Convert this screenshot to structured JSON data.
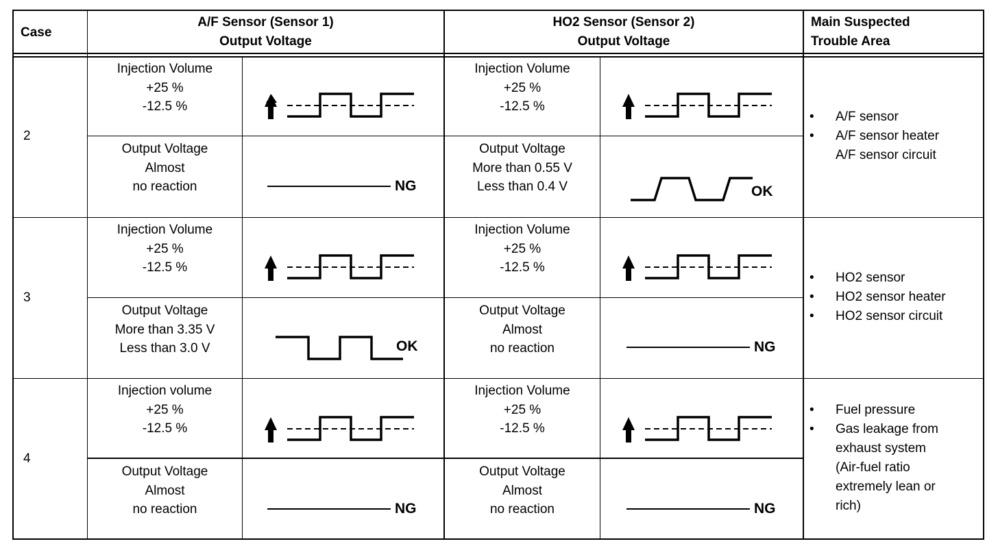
{
  "header": {
    "case": "Case",
    "af": [
      "A/F Sensor (Sensor 1)",
      "Output Voltage"
    ],
    "ho2": [
      "HO2 Sensor (Sensor 2)",
      "Output Voltage"
    ],
    "trouble": [
      "Main Suspected",
      "Trouble Area"
    ]
  },
  "rows": [
    {
      "case": "2",
      "af_injection": [
        "Injection Volume",
        "+25 %",
        "-12.5 %"
      ],
      "af_output": [
        "Output Voltage",
        "Almost",
        "no reaction"
      ],
      "af_result": "NG",
      "ho2_injection": [
        "Injection Volume",
        "+25 %",
        "-12.5 %"
      ],
      "ho2_output": [
        "Output Voltage",
        "More than 0.55 V",
        "Less than 0.4 V"
      ],
      "ho2_result": "OK",
      "trouble": [
        "A/F sensor",
        "A/F sensor heater"
      ],
      "trouble_extra": "A/F sensor circuit"
    },
    {
      "case": "3",
      "af_injection": [
        "Injection Volume",
        "+25 %",
        "-12.5 %"
      ],
      "af_output": [
        "Output Voltage",
        "More than 3.35 V",
        "Less than 3.0 V"
      ],
      "af_result": "OK",
      "ho2_injection": [
        "Injection Volume",
        "+25 %",
        "-12.5 %"
      ],
      "ho2_output": [
        "Output Voltage",
        "Almost",
        "no reaction"
      ],
      "ho2_result": "NG",
      "trouble": [
        "HO2 sensor",
        "HO2 sensor heater",
        "HO2 sensor circuit"
      ]
    },
    {
      "case": "4",
      "af_injection": [
        "Injection volume",
        "+25 %",
        "-12.5 %"
      ],
      "af_output": [
        "Output Voltage",
        "Almost",
        "no reaction"
      ],
      "af_result": "NG",
      "ho2_injection": [
        "Injection Volume",
        "+25 %",
        "-12.5 %"
      ],
      "ho2_output": [
        "Output Voltage",
        "Almost",
        "no reaction"
      ],
      "ho2_result": "NG",
      "trouble": [
        "Fuel pressure",
        "Gas leakage from"
      ],
      "trouble_cont": [
        "exhaust system",
        "(Air-fuel ratio",
        "extremely lean or",
        "rich)"
      ]
    }
  ],
  "bullet": "•"
}
